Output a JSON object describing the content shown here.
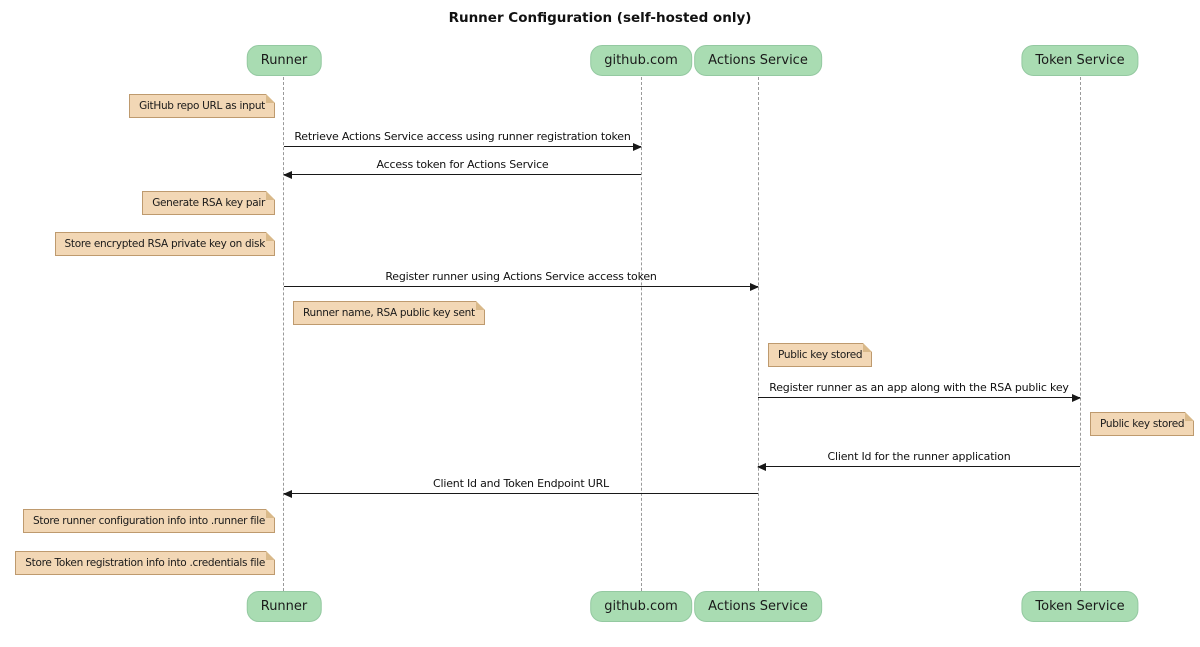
{
  "title": "Runner Configuration (self-hosted only)",
  "participants": [
    {
      "label": "Runner"
    },
    {
      "label": "github.com"
    },
    {
      "label": "Actions Service"
    },
    {
      "label": "Token Service"
    }
  ],
  "messages": [
    {
      "from": "Runner",
      "to": "github.com",
      "label": "Retrieve Actions Service access using runner registration token"
    },
    {
      "from": "github.com",
      "to": "Runner",
      "label": "Access token for Actions Service"
    },
    {
      "from": "Runner",
      "to": "Actions Service",
      "label": "Register runner using Actions Service access token"
    },
    {
      "from": "Actions Service",
      "to": "Token Service",
      "label": "Register runner as an app along with the RSA public key"
    },
    {
      "from": "Token Service",
      "to": "Actions Service",
      "label": "Client Id for the runner application"
    },
    {
      "from": "Actions Service",
      "to": "Runner",
      "label": "Client Id and Token Endpoint URL"
    }
  ],
  "notes": [
    {
      "at": "Runner",
      "side": "left",
      "label": "GitHub repo URL as input"
    },
    {
      "at": "Runner",
      "side": "left",
      "label": "Generate RSA key pair"
    },
    {
      "at": "Runner",
      "side": "left",
      "label": "Store encrypted RSA private key on disk"
    },
    {
      "at": "Runner",
      "side": "right",
      "label": "Runner name, RSA public key sent"
    },
    {
      "at": "Actions Service",
      "side": "right",
      "label": "Public key stored"
    },
    {
      "at": "Token Service",
      "side": "right",
      "label": "Public key stored"
    },
    {
      "at": "Runner",
      "side": "left",
      "label": "Store runner configuration info into .runner file"
    },
    {
      "at": "Runner",
      "side": "left",
      "label": "Store Token registration info into .credentials file"
    }
  ],
  "colors": {
    "background": "#FFFFFF",
    "participant_bg": "#A9DCB2",
    "participant_border": "#94C9A1",
    "note_bg": "#F2D7B5",
    "note_border": "#BE9A6E",
    "note_fold": "#D9B98A",
    "lifeline": "#9A9A9A",
    "arrow": "#181818"
  }
}
